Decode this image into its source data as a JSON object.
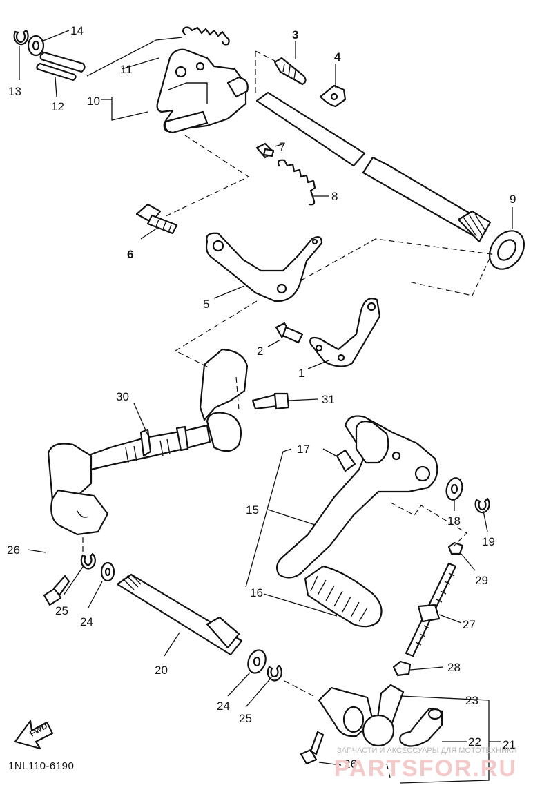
{
  "diagram": {
    "code": "1NL110-6190",
    "fwd_label": "FWD",
    "watermark_top": "ЗАПЧАСТИ И АКСЕССУАРЫ ДЛЯ МОТОТЕХНИКИ",
    "watermark_brand": "PARTSFOR.RU",
    "labels": {
      "p1": "1",
      "p2": "2",
      "p3": "3",
      "p4": "4",
      "p5": "5",
      "p6": "6",
      "p7": "7",
      "p8": "8",
      "p9": "9",
      "p10": "10",
      "p11": "11",
      "p12": "12",
      "p13": "13",
      "p14": "14",
      "p15": "15",
      "p16": "16",
      "p17": "17",
      "p18": "18",
      "p19": "19",
      "p20": "20",
      "p21": "21",
      "p22": "22",
      "p23": "23",
      "p24a": "24",
      "p24b": "24",
      "p25a": "25",
      "p25b": "25",
      "p26a": "26",
      "p26b": "26",
      "p27": "27",
      "p28": "28",
      "p29": "29",
      "p30": "30",
      "p31": "31"
    }
  }
}
